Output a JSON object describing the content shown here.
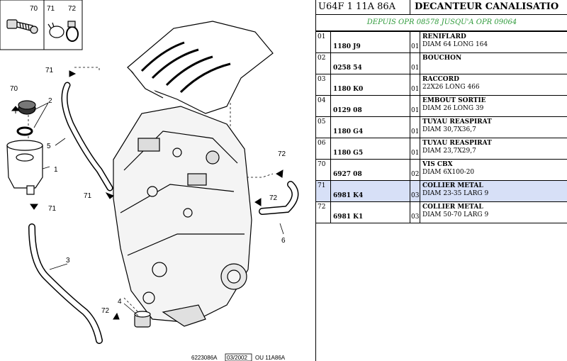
{
  "header": {
    "code": "U64F 1 11A 86A",
    "title": "DECANTEUR CANALISATIO"
  },
  "subtitle": "DEPUIS OPR 08578 JUSQU'A OPR 09064",
  "selected_row": 7,
  "colors": {
    "subtitle": "#2e9a3a",
    "selected": "#d7e0f7"
  },
  "parts": [
    {
      "index": "01",
      "ref": "1180 J9",
      "qty": "01",
      "name": "RENIFLARD",
      "detail": "DIAM 64 LONG 164"
    },
    {
      "index": "02",
      "ref": "0258 54",
      "qty": "01",
      "name": "BOUCHON",
      "detail": ""
    },
    {
      "index": "03",
      "ref": "1180 K0",
      "qty": "01",
      "name": "RACCORD",
      "detail": "22X26 LONG 466"
    },
    {
      "index": "04",
      "ref": "0129 08",
      "qty": "01",
      "name": "EMBOUT SORTIE",
      "detail": "DIAM 26 LONG 39"
    },
    {
      "index": "05",
      "ref": "1180 G4",
      "qty": "01",
      "name": "TUYAU REASPIRAT",
      "detail": "DIAM 30,7X36,7"
    },
    {
      "index": "06",
      "ref": "1180 G5",
      "qty": "01",
      "name": "TUYAU REASPIRAT",
      "detail": "DIAM 23,7X29,7"
    },
    {
      "index": "70",
      "ref": "6927 08",
      "qty": "02",
      "name": "VIS CBX",
      "detail": "DIAM 6X100-20"
    },
    {
      "index": "71",
      "ref": "6981 K4",
      "qty": "03",
      "name": "COLLIER METAL",
      "detail": "DIAM 23-35 LARG 9"
    },
    {
      "index": "72",
      "ref": "6981 K1",
      "qty": "03",
      "name": "COLLIER METAL",
      "detail": "DIAM 50-70 LARG 9"
    }
  ],
  "diagram": {
    "legend": [
      "70",
      "71",
      "72"
    ],
    "callouts": {
      "c70": "70",
      "c2": "2",
      "c1": "1",
      "c5": "5",
      "c71a": "71",
      "c71b": "71",
      "c71c": "71",
      "c72a": "72",
      "c72b": "72",
      "c72c": "72",
      "c6": "6",
      "c3": "3",
      "c4": "4"
    },
    "footer": {
      "ref": "6223086A",
      "date": "03/2002",
      "code": "OU 11A86A"
    }
  }
}
